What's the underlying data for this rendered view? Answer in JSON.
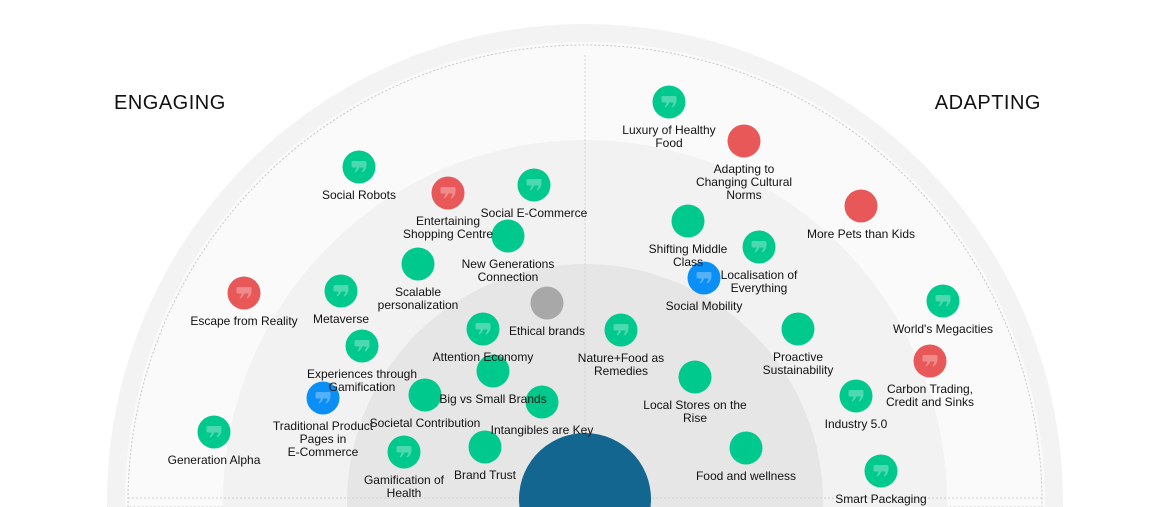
{
  "quadrants": {
    "left": "ENGAGING",
    "right": "ADAPTING"
  },
  "colors": {
    "green": "#00c98d",
    "red": "#e85858",
    "blue": "#0a8ff7",
    "gray": "#a8a8a8",
    "core": "#13668f"
  },
  "trends": [
    {
      "label": [
        "Social Robots"
      ],
      "color": "green",
      "icon": "quote-icon"
    },
    {
      "label": [
        "Entertaining",
        "Shopping Centre"
      ],
      "color": "red",
      "icon": "quote-icon"
    },
    {
      "label": [
        "Social E-Commerce"
      ],
      "color": "green",
      "icon": "quote-icon"
    },
    {
      "label": [
        "New Generations",
        "Connection"
      ],
      "color": "green",
      "icon": null
    },
    {
      "label": [
        "Scalable",
        "personalization"
      ],
      "color": "green",
      "icon": null
    },
    {
      "label": [
        "Escape from Reality"
      ],
      "color": "red",
      "icon": "quote-icon"
    },
    {
      "label": [
        "Metaverse"
      ],
      "color": "green",
      "icon": "quote-icon"
    },
    {
      "label": [
        "Ethical brands"
      ],
      "color": "gray",
      "icon": null
    },
    {
      "label": [
        "Attention Economy"
      ],
      "color": "green",
      "icon": "quote-icon"
    },
    {
      "label": [
        "Experiences through",
        "Gamification"
      ],
      "color": "green",
      "icon": "quote-icon"
    },
    {
      "label": [
        "Big vs Small Brands"
      ],
      "color": "green",
      "icon": null
    },
    {
      "label": [
        "Traditional Product",
        "Pages in",
        "E-Commerce"
      ],
      "color": "blue",
      "icon": "quote-icon"
    },
    {
      "label": [
        "Societal Contribution"
      ],
      "color": "green",
      "icon": null
    },
    {
      "label": [
        "Intangibles are Key"
      ],
      "color": "green",
      "icon": null
    },
    {
      "label": [
        "Generation Alpha"
      ],
      "color": "green",
      "icon": "quote-icon"
    },
    {
      "label": [
        "Gamification of",
        "Health"
      ],
      "color": "green",
      "icon": "quote-icon"
    },
    {
      "label": [
        "Brand Trust"
      ],
      "color": "green",
      "icon": null
    },
    {
      "label": [
        "Luxury of Healthy",
        "Food"
      ],
      "color": "green",
      "icon": "quote-icon"
    },
    {
      "label": [
        "Adapting to",
        "Changing Cultural",
        "Norms"
      ],
      "color": "red",
      "icon": null
    },
    {
      "label": [
        "Shifting Middle",
        "Class"
      ],
      "color": "green",
      "icon": null
    },
    {
      "label": [
        "Localisation of",
        "Everything"
      ],
      "color": "green",
      "icon": "quote-icon"
    },
    {
      "label": [
        "Social Mobility"
      ],
      "color": "blue",
      "icon": "quote-icon"
    },
    {
      "label": [
        "More Pets than Kids"
      ],
      "color": "red",
      "icon": null
    },
    {
      "label": [
        "World's Megacities"
      ],
      "color": "green",
      "icon": "quote-icon"
    },
    {
      "label": [
        "Nature+Food as",
        "Remedies"
      ],
      "color": "green",
      "icon": "quote-icon"
    },
    {
      "label": [
        "Proactive",
        "Sustainability"
      ],
      "color": "green",
      "icon": null
    },
    {
      "label": [
        "Carbon Trading,",
        "Credit and Sinks"
      ],
      "color": "red",
      "icon": "quote-icon"
    },
    {
      "label": [
        "Local Stores on the",
        "Rise"
      ],
      "color": "green",
      "icon": null
    },
    {
      "label": [
        "Industry 5.0"
      ],
      "color": "green",
      "icon": "quote-icon"
    },
    {
      "label": [
        "Food and wellness"
      ],
      "color": "green",
      "icon": null
    },
    {
      "label": [
        "Smart Packaging"
      ],
      "color": "green",
      "icon": "quote-icon"
    }
  ]
}
